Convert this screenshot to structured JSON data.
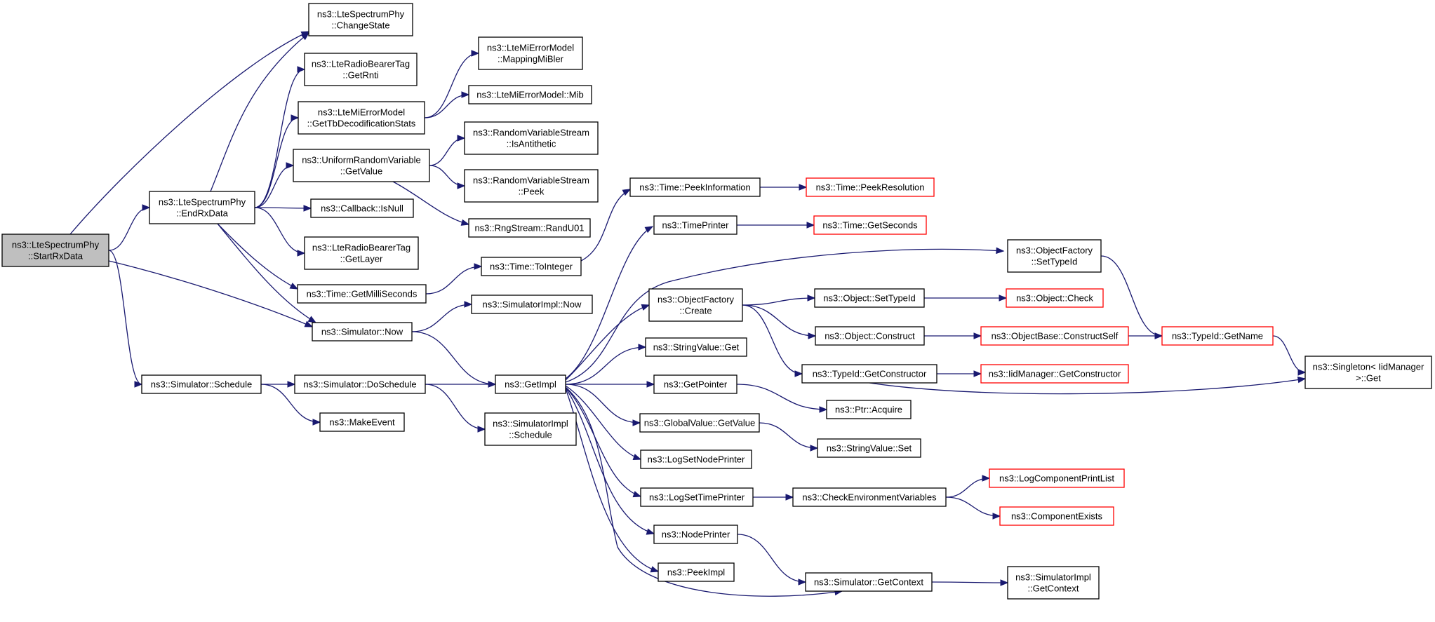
{
  "diagram": {
    "type": "call-graph",
    "colors": {
      "edge": "#191970",
      "external_border": "#ff0000",
      "root_fill": "#bfbfbf",
      "node_border": "#000000"
    },
    "nodes": [
      {
        "id": "startrx",
        "lines": [
          "ns3::LteSpectrumPhy",
          "::StartRxData"
        ],
        "style": "root"
      },
      {
        "id": "changestate",
        "lines": [
          "ns3::LteSpectrumPhy",
          "::ChangeState"
        ]
      },
      {
        "id": "getrnti",
        "lines": [
          "ns3::LteRadioBearerTag",
          "::GetRnti"
        ]
      },
      {
        "id": "gettbdec",
        "lines": [
          "ns3::LteMiErrorModel",
          "::GetTbDecodificationStats"
        ]
      },
      {
        "id": "uniformget",
        "lines": [
          "ns3::UniformRandomVariable",
          "::GetValue"
        ]
      },
      {
        "id": "endrx",
        "lines": [
          "ns3::LteSpectrumPhy",
          "::EndRxData"
        ]
      },
      {
        "id": "isnull",
        "lines": [
          "ns3::Callback::IsNull"
        ]
      },
      {
        "id": "getlayer",
        "lines": [
          "ns3::LteRadioBearerTag",
          "::GetLayer"
        ]
      },
      {
        "id": "getmilli",
        "lines": [
          "ns3::Time::GetMilliSeconds"
        ]
      },
      {
        "id": "simnow",
        "lines": [
          "ns3::Simulator::Now"
        ]
      },
      {
        "id": "simschedule",
        "lines": [
          "ns3::Simulator::Schedule"
        ]
      },
      {
        "id": "doschedule",
        "lines": [
          "ns3::Simulator::DoSchedule"
        ]
      },
      {
        "id": "makeevent",
        "lines": [
          "ns3::MakeEvent"
        ]
      },
      {
        "id": "mappingmibler",
        "lines": [
          "ns3::LteMiErrorModel",
          "::MappingMiBler"
        ]
      },
      {
        "id": "mib",
        "lines": [
          "ns3::LteMiErrorModel::Mib"
        ]
      },
      {
        "id": "isantithetic",
        "lines": [
          "ns3::RandomVariableStream",
          "::IsAntithetic"
        ]
      },
      {
        "id": "peek",
        "lines": [
          "ns3::RandomVariableStream",
          "::Peek"
        ]
      },
      {
        "id": "randu01",
        "lines": [
          "ns3::RngStream::RandU01"
        ]
      },
      {
        "id": "tointeger",
        "lines": [
          "ns3::Time::ToInteger"
        ]
      },
      {
        "id": "simimplnow",
        "lines": [
          "ns3::SimulatorImpl::Now"
        ]
      },
      {
        "id": "getimpl",
        "lines": [
          "ns3::GetImpl"
        ]
      },
      {
        "id": "simimplschedule",
        "lines": [
          "ns3::SimulatorImpl",
          "::Schedule"
        ]
      },
      {
        "id": "peekinfo",
        "lines": [
          "ns3::Time::PeekInformation"
        ]
      },
      {
        "id": "timeprinter",
        "lines": [
          "ns3::TimePrinter"
        ]
      },
      {
        "id": "ofcreate",
        "lines": [
          "ns3::ObjectFactory",
          "::Create"
        ]
      },
      {
        "id": "stringget",
        "lines": [
          "ns3::StringValue::Get"
        ]
      },
      {
        "id": "getpointer",
        "lines": [
          "ns3::GetPointer"
        ]
      },
      {
        "id": "gvgetvalue",
        "lines": [
          "ns3::GlobalValue::GetValue"
        ]
      },
      {
        "id": "logsetnode",
        "lines": [
          "ns3::LogSetNodePrinter"
        ]
      },
      {
        "id": "logsettime",
        "lines": [
          "ns3::LogSetTimePrinter"
        ]
      },
      {
        "id": "nodeprinter",
        "lines": [
          "ns3::NodePrinter"
        ]
      },
      {
        "id": "peekimpl",
        "lines": [
          "ns3::PeekImpl"
        ]
      },
      {
        "id": "peekres",
        "lines": [
          "ns3::Time::PeekResolution"
        ],
        "style": "red"
      },
      {
        "id": "getseconds",
        "lines": [
          "ns3::Time::GetSeconds"
        ],
        "style": "red"
      },
      {
        "id": "ofsettypeid",
        "lines": [
          "ns3::ObjectFactory",
          "::SetTypeId"
        ]
      },
      {
        "id": "objsettypeid",
        "lines": [
          "ns3::Object::SetTypeId"
        ]
      },
      {
        "id": "objconstruct",
        "lines": [
          "ns3::Object::Construct"
        ]
      },
      {
        "id": "getconstructor",
        "lines": [
          "ns3::TypeId::GetConstructor"
        ]
      },
      {
        "id": "ptracquire",
        "lines": [
          "ns3::Ptr::Acquire"
        ]
      },
      {
        "id": "stringset",
        "lines": [
          "ns3::StringValue::Set"
        ]
      },
      {
        "id": "checkenv",
        "lines": [
          "ns3::CheckEnvironmentVariables"
        ]
      },
      {
        "id": "simgetcontext",
        "lines": [
          "ns3::Simulator::GetContext"
        ]
      },
      {
        "id": "objcheck",
        "lines": [
          "ns3::Object::Check"
        ],
        "style": "red"
      },
      {
        "id": "constructself",
        "lines": [
          "ns3::ObjectBase::ConstructSelf"
        ],
        "style": "red"
      },
      {
        "id": "iidgetconstructor",
        "lines": [
          "ns3::IidManager::GetConstructor"
        ],
        "style": "red"
      },
      {
        "id": "logprintlist",
        "lines": [
          "ns3::LogComponentPrintList"
        ],
        "style": "red"
      },
      {
        "id": "compexists",
        "lines": [
          "ns3::ComponentExists"
        ],
        "style": "red"
      },
      {
        "id": "simimplgetcontext",
        "lines": [
          "ns3::SimulatorImpl",
          "::GetContext"
        ]
      },
      {
        "id": "typeidgetname",
        "lines": [
          "ns3::TypeId::GetName"
        ],
        "style": "red"
      },
      {
        "id": "singletonget",
        "lines": [
          "ns3::Singleton< IidManager",
          ">::Get"
        ]
      }
    ],
    "edges": [
      {
        "from": "startrx",
        "to": "changestate"
      },
      {
        "from": "startrx",
        "to": "endrx"
      },
      {
        "from": "startrx",
        "to": "simnow"
      },
      {
        "from": "startrx",
        "to": "simschedule"
      },
      {
        "from": "endrx",
        "to": "changestate"
      },
      {
        "from": "endrx",
        "to": "getrnti"
      },
      {
        "from": "endrx",
        "to": "gettbdec"
      },
      {
        "from": "endrx",
        "to": "uniformget"
      },
      {
        "from": "endrx",
        "to": "isnull"
      },
      {
        "from": "endrx",
        "to": "getlayer"
      },
      {
        "from": "endrx",
        "to": "getmilli"
      },
      {
        "from": "endrx",
        "to": "simnow"
      },
      {
        "from": "gettbdec",
        "to": "mappingmibler"
      },
      {
        "from": "gettbdec",
        "to": "mib"
      },
      {
        "from": "uniformget",
        "to": "isantithetic"
      },
      {
        "from": "uniformget",
        "to": "peek"
      },
      {
        "from": "uniformget",
        "to": "randu01"
      },
      {
        "from": "getmilli",
        "to": "tointeger"
      },
      {
        "from": "tointeger",
        "to": "peekinfo"
      },
      {
        "from": "simnow",
        "to": "simimplnow"
      },
      {
        "from": "simnow",
        "to": "getimpl"
      },
      {
        "from": "simschedule",
        "to": "doschedule"
      },
      {
        "from": "simschedule",
        "to": "makeevent"
      },
      {
        "from": "doschedule",
        "to": "getimpl"
      },
      {
        "from": "doschedule",
        "to": "simimplschedule"
      },
      {
        "from": "getimpl",
        "to": "timeprinter"
      },
      {
        "from": "getimpl",
        "to": "ofcreate"
      },
      {
        "from": "getimpl",
        "to": "stringget"
      },
      {
        "from": "getimpl",
        "to": "getpointer"
      },
      {
        "from": "getimpl",
        "to": "gvgetvalue"
      },
      {
        "from": "getimpl",
        "to": "logsetnode"
      },
      {
        "from": "getimpl",
        "to": "logsettime"
      },
      {
        "from": "getimpl",
        "to": "nodeprinter"
      },
      {
        "from": "getimpl",
        "to": "peekimpl"
      },
      {
        "from": "getimpl",
        "to": "simgetcontext"
      },
      {
        "from": "getimpl",
        "to": "ofsettypeid"
      },
      {
        "from": "peekinfo",
        "to": "peekres"
      },
      {
        "from": "timeprinter",
        "to": "getseconds"
      },
      {
        "from": "ofcreate",
        "to": "objsettypeid"
      },
      {
        "from": "ofcreate",
        "to": "objconstruct"
      },
      {
        "from": "ofcreate",
        "to": "getconstructor"
      },
      {
        "from": "getpointer",
        "to": "ptracquire"
      },
      {
        "from": "gvgetvalue",
        "to": "stringset"
      },
      {
        "from": "logsettime",
        "to": "checkenv"
      },
      {
        "from": "nodeprinter",
        "to": "simgetcontext"
      },
      {
        "from": "objsettypeid",
        "to": "objcheck"
      },
      {
        "from": "objconstruct",
        "to": "constructself"
      },
      {
        "from": "getconstructor",
        "to": "iidgetconstructor"
      },
      {
        "from": "getconstructor",
        "to": "singletonget"
      },
      {
        "from": "checkenv",
        "to": "logprintlist"
      },
      {
        "from": "checkenv",
        "to": "compexists"
      },
      {
        "from": "simgetcontext",
        "to": "simimplgetcontext"
      },
      {
        "from": "constructself",
        "to": "typeidgetname"
      },
      {
        "from": "ofsettypeid",
        "to": "typeidgetname"
      },
      {
        "from": "typeidgetname",
        "to": "singletonget"
      }
    ]
  }
}
